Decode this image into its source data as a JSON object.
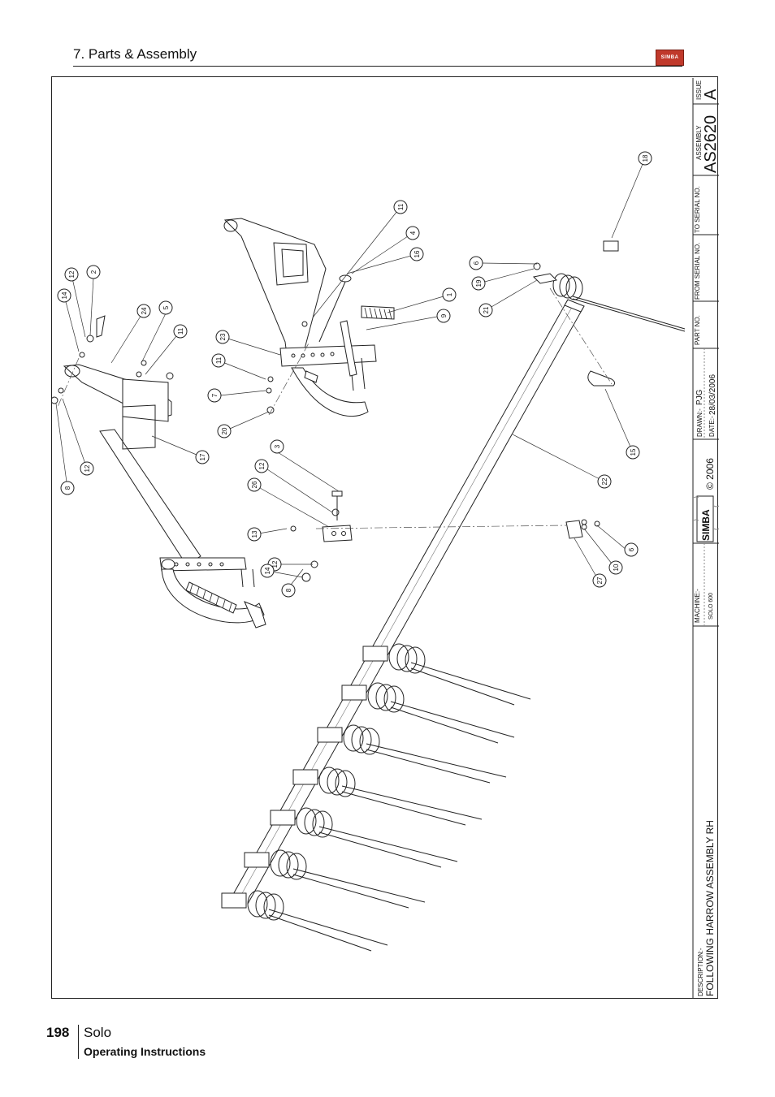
{
  "header": {
    "section_title": "7. Parts & Assembly",
    "logo_text": "SIMBA"
  },
  "footer": {
    "page_number": "198",
    "product": "Solo",
    "manual": "Operating Instructions"
  },
  "title_block": {
    "issue_label": "ISSUE",
    "issue_value": "A",
    "assembly_label": "ASSEMBLY",
    "assembly_value": "AS2620",
    "to_serial_label": "TO SERIAL NO.",
    "from_serial_label": "FROM SERIAL NO.",
    "part_no_label": "PART NO.",
    "drawn_label": "DRAWN:-",
    "drawn_value": "PJG",
    "date_label": "DATE:-",
    "date_value": "28/03/2006",
    "copyright": "© 2006",
    "brand": "SIMBA",
    "machine_label": "MACHINE:-",
    "machine_value": "SOLO 600",
    "description_label": "DESCRIPTION:-",
    "description_value": "FOLLOWING HARROW ASSEMBLY RH"
  },
  "callouts": [
    "1",
    "2",
    "3",
    "4",
    "5",
    "6",
    "6",
    "7",
    "8",
    "8",
    "9",
    "10",
    "11",
    "11",
    "11",
    "12",
    "12",
    "12",
    "12",
    "13",
    "14",
    "14",
    "15",
    "16",
    "17",
    "18",
    "19",
    "20",
    "21",
    "22",
    "23",
    "24",
    "26",
    "27"
  ]
}
